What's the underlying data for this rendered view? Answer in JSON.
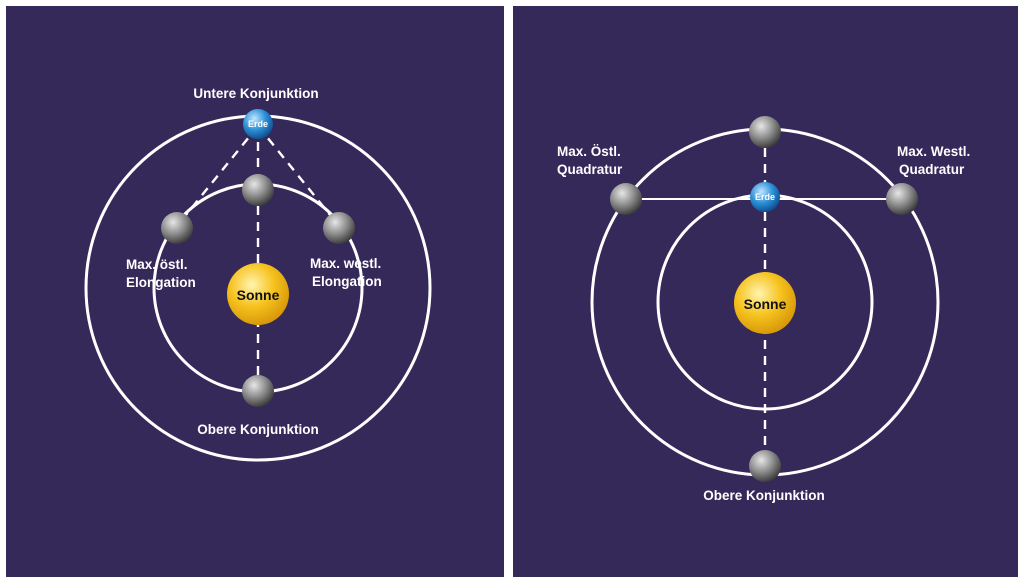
{
  "colors": {
    "panel_bg": "#35295a",
    "frame": "#ffffff",
    "orbit": "#ffffff",
    "sun": "#f6c21e",
    "earth": "#2b8fd6",
    "planet": "#8a8a8a"
  },
  "panels": [
    {
      "id": "inferior",
      "sun_label": "Sonne",
      "earth_label": "Erde",
      "labels": {
        "top": "Untere Konjunktion",
        "left": [
          "Max. östl.",
          "Elongation"
        ],
        "right": [
          "Max. westl.",
          "Elongation"
        ],
        "bottom": "Obere Konjunktion"
      }
    },
    {
      "id": "superior",
      "sun_label": "Sonne",
      "earth_label": "Erde",
      "labels": {
        "left": [
          "Max. Östl.",
          "Quadratur"
        ],
        "right": [
          "Max. Westl.",
          "Quadratur"
        ],
        "bottom": "Obere Konjunktion"
      }
    }
  ]
}
